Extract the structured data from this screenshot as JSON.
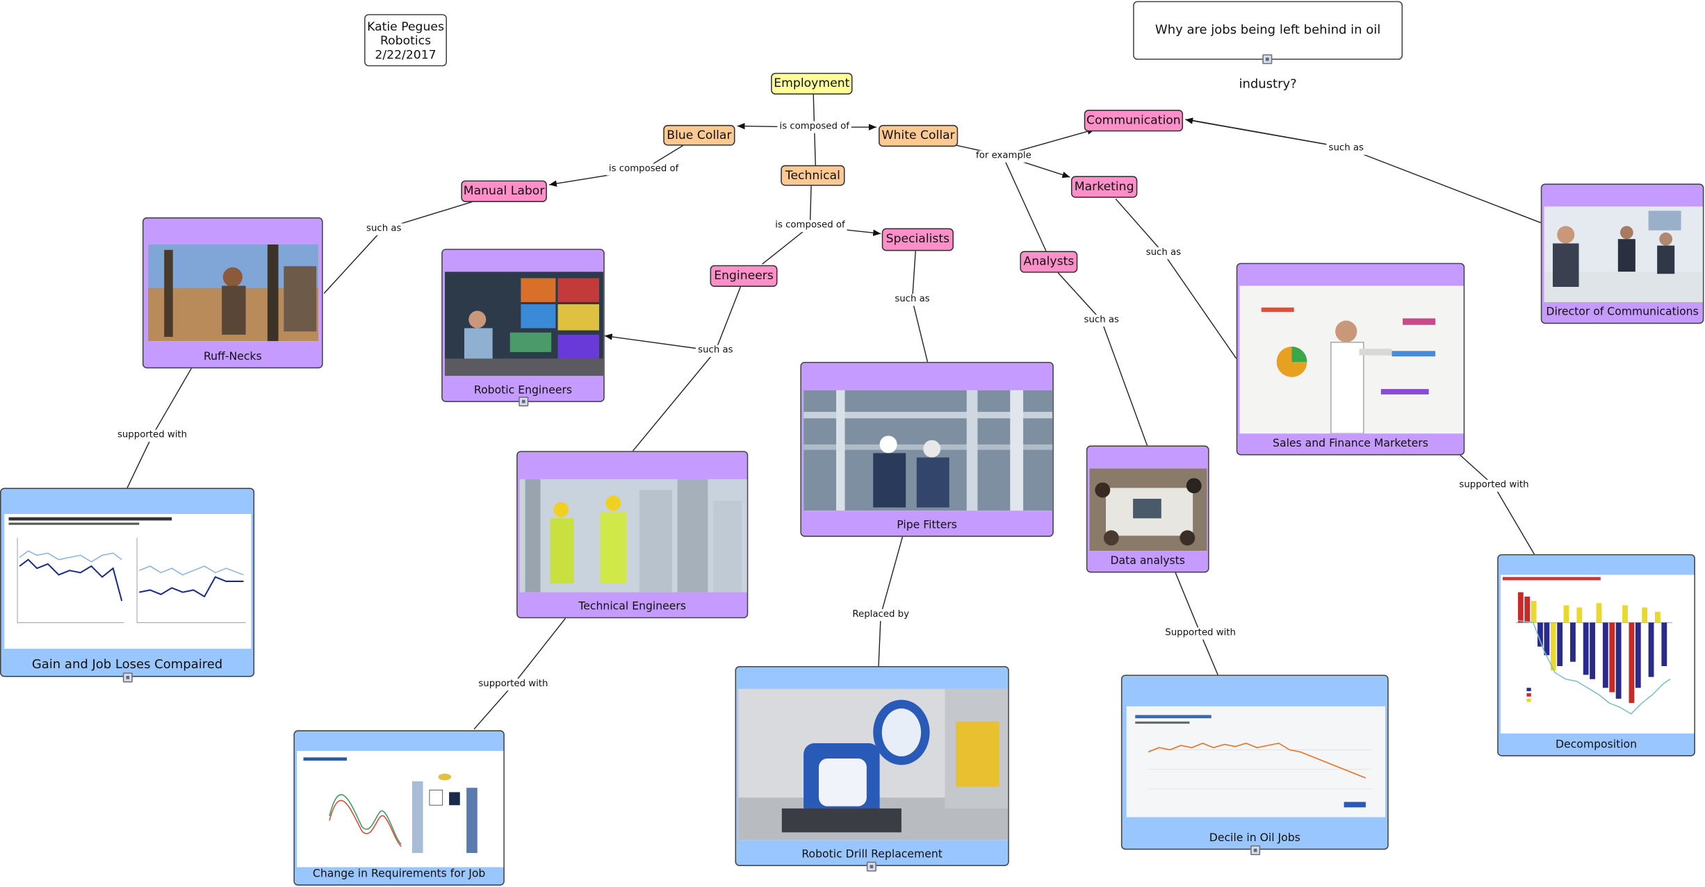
{
  "header_note": {
    "line1": "Katie Pegues",
    "line2": "Robotics",
    "line3": "2/22/2017"
  },
  "focus_question": "Why are jobs being left behind in oil industry?",
  "concepts": {
    "employment": "Employment",
    "blue_collar": "Blue Collar",
    "white_collar": "White Collar",
    "technical": "Technical",
    "manual_labor": "Manual Labor",
    "communication": "Communication",
    "marketing": "Marketing",
    "specialists": "Specialists",
    "engineers": "Engineers",
    "analysts": "Analysts"
  },
  "link_labels": {
    "is_composed_of_1": "is composed of",
    "is_composed_of_2": "is composed of",
    "is_composed_of_3": "is composed of",
    "for_example": "for example",
    "such_as_manual": "such as",
    "such_as_comm": "such as",
    "such_as_marketing": "such as",
    "such_as_specialists": "such as",
    "such_as_engineers": "such as",
    "such_as_analysts": "such as",
    "supported_with_ruff": "supported with",
    "supported_with_tech": "supported with",
    "replaced_by": "Replaced by",
    "supported_with_data": "Supported with",
    "supported_with_sales": "supported with"
  },
  "cards": {
    "ruff_necks": "Ruff-Necks",
    "robotic_engineers": "Robotic Engineers",
    "technical_engineers": "Technical Engineers",
    "pipe_fitters": "Pipe Fitters",
    "data_analysts": "Data analysts",
    "sales_finance": "Sales and Finance Marketers",
    "director_comm": "Director of Communications",
    "gain_job_loses": "Gain and Job Loses Compaired",
    "change_requirements": "Change in Requirements for Job",
    "robotic_drill": "Robotic Drill Replacement",
    "decile": "Decile in Oil Jobs",
    "decomposition": "Decomposition"
  },
  "colors": {
    "yellow_concept": "#ffff99",
    "orange_concept": "#fdc992",
    "pink_concept": "#ff8fc8",
    "purple_card": "#c59bff",
    "blue_card": "#99c6ff"
  },
  "icons": [
    "resource-attachment-icon"
  ]
}
